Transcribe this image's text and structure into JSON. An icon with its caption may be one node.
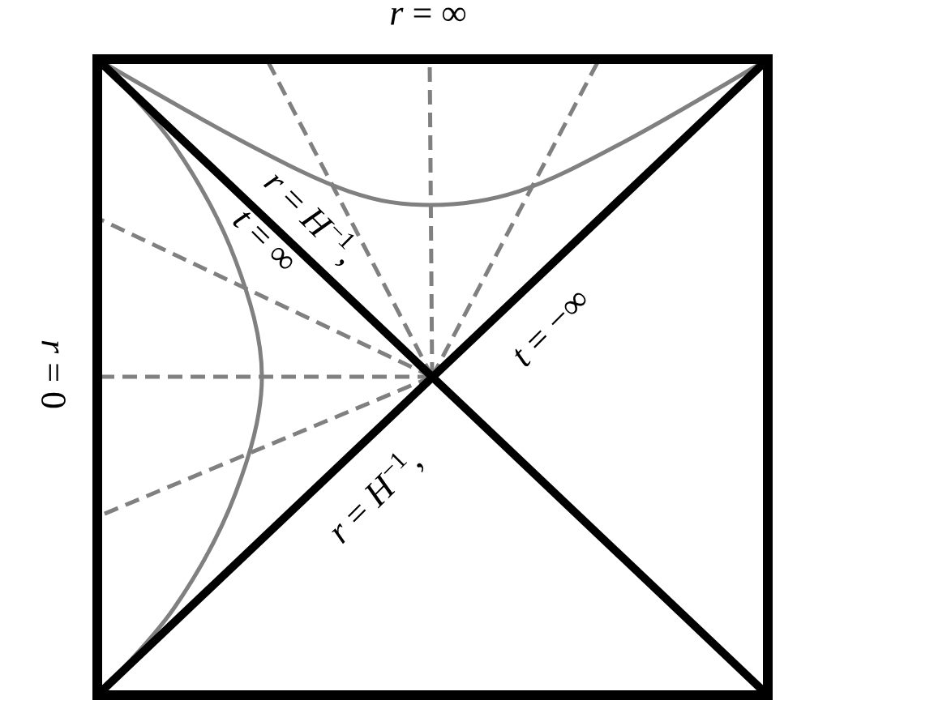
{
  "diagram": {
    "labels": [
      "*r* = ∞",
      "*r* = *H*$^{−1}$,",
      "*t* = ∞",
      "*r* = 0",
      "*t* = −∞",
      "*r* = *H*$^{−1}$,"
    ]
  }
}
